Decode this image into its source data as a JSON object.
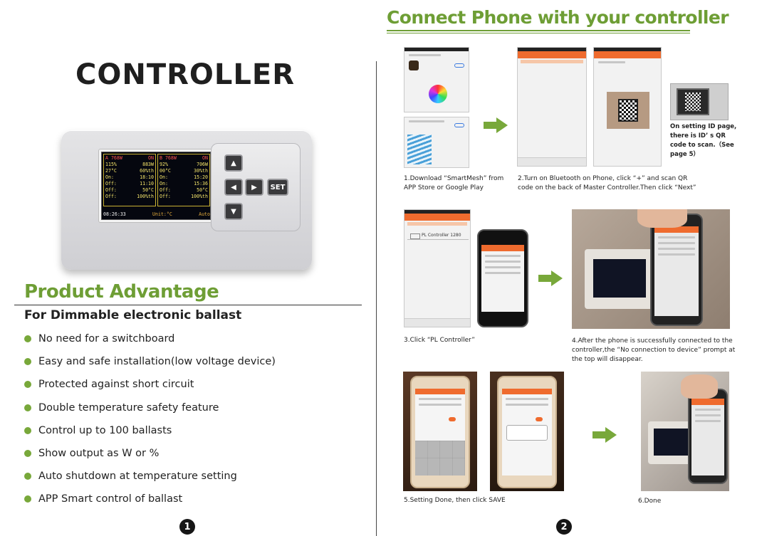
{
  "left_page": {
    "title": "CONTROLLER",
    "device": {
      "screen_left": [
        [
          "A  768W",
          "ON"
        ],
        [
          "115%",
          "883W"
        ],
        [
          "27°C",
          "60%th"
        ],
        [
          "On:",
          "18:10"
        ],
        [
          "Off:",
          "11:10"
        ],
        [
          "Off:",
          "50°C"
        ],
        [
          "Off:",
          "100%th"
        ]
      ],
      "screen_right": [
        [
          "B  768W",
          "ON"
        ],
        [
          "92%",
          "706W"
        ],
        [
          "00°C",
          "30%th"
        ],
        [
          "On:",
          "15:20"
        ],
        [
          "On:",
          "15:36"
        ],
        [
          "Off:",
          "50°C"
        ],
        [
          "Off:",
          "100%th"
        ]
      ],
      "footer_time": "08:26:33",
      "footer_mid": "Unit:°C",
      "footer_right": "Auto",
      "keys": {
        "up": "▲",
        "left": "◀",
        "right": "▶",
        "down": "▼",
        "set": "SET"
      }
    },
    "advantage_title": "Product  Advantage",
    "advantage_subtitle": "For Dimmable electronic ballast",
    "advantages": [
      "No need for a switchboard",
      "Easy and safe installation(low voltage device)",
      "Protected against short circuit",
      "Double temperature safety feature",
      "Control up to 100 ballasts",
      "Show output as W or %",
      "Auto shutdown at temperature setting",
      "APP Smart control of ballast"
    ],
    "page_number": "1"
  },
  "right_page": {
    "title": "Connect Phone with your controller",
    "qr_note": "On setting  ID  page, there is ID’ s  QR code to scan.（See page 5）",
    "steps": {
      "s1": "1.Download “SmartMesh” from APP Store or Google Play",
      "s2": "2.Turn on Bluetooth on Phone,   click “+” and scan QR code on the back of Master Controller.Then  click “Next”",
      "s3": "3.Click “PL Controller”",
      "s4": "4.After the phone is successfully connected to the controller,the  “No connection to device”  prompt at the top will disappear.",
      "s5": "5.Setting Done,   then click SAVE",
      "s6": "6.Done"
    },
    "list_item": "PL Controller 1280",
    "page_number": "2"
  },
  "colors": {
    "accent_green": "#6e9e35",
    "bullet_green": "#78a83a",
    "app_orange": "#ef6b2e"
  },
  "icons": {
    "arrow": "right-arrow-icon",
    "bullet": "bullet-dot-icon"
  }
}
